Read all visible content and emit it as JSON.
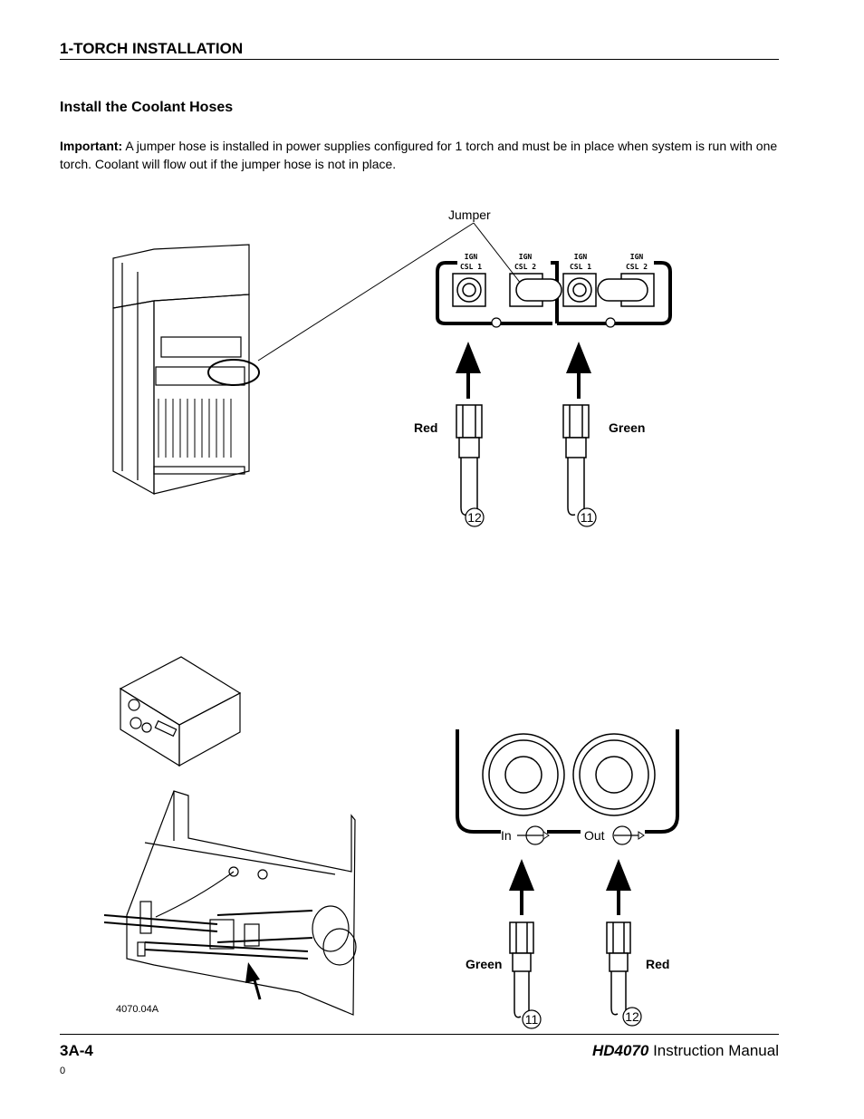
{
  "header": {
    "section_title": "1-TORCH INSTALLATION"
  },
  "content": {
    "subtitle": "Install the Coolant Hoses",
    "important_label": "Important:",
    "important_text": " A jumper hose is installed in power supplies configured for 1 torch and must be in place when system is run with one torch. Coolant will flow out if the jumper hose is not in place."
  },
  "figure_top": {
    "jumper_label": "Jumper",
    "port_labels": [
      {
        "l1": "IGN",
        "l2": "CSL 1"
      },
      {
        "l1": "IGN",
        "l2": "CSL 2"
      },
      {
        "l1": "IGN",
        "l2": "CSL 1"
      },
      {
        "l1": "IGN",
        "l2": "CSL 2"
      }
    ],
    "red_label": "Red",
    "green_label": "Green",
    "hose_left_number": "12",
    "hose_right_number": "11"
  },
  "figure_bottom": {
    "in_label": "In",
    "out_label": "Out",
    "green_label": "Green",
    "red_label": "Red",
    "hose_left_number": "11",
    "hose_right_number": "12",
    "figure_id": "4070.04A"
  },
  "footer": {
    "page_number": "3A-4",
    "model": "HD4070",
    "manual_label": " Instruction Manual",
    "revision": "0"
  }
}
